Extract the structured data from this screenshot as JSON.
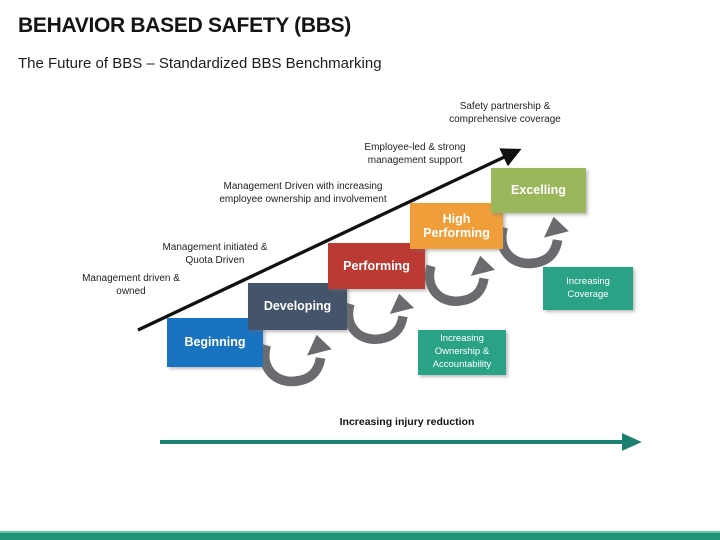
{
  "slide": {
    "title": "BEHAVIOR BASED SAFETY (BBS)",
    "subtitle": "The Future of BBS – Standardized BBS Benchmarking"
  },
  "diagram": {
    "stages": [
      {
        "label": "Beginning",
        "color": "#1A73C1"
      },
      {
        "label": "Developing",
        "color": "#44546A"
      },
      {
        "label": "Performing",
        "color": "#BB3A33"
      },
      {
        "label": "High Performing",
        "color": "#F09E3A"
      },
      {
        "label": "Excelling",
        "color": "#9AB75B"
      }
    ],
    "axis_labels": [
      {
        "text": "Management driven &\nowned"
      },
      {
        "text": "Management initiated &\nQuota Driven"
      },
      {
        "text": "Management Driven with increasing\nemployee ownership and involvement"
      },
      {
        "text": "Employee-led & strong\nmanagement support"
      },
      {
        "text": "Safety partnership &\ncomprehensive coverage"
      }
    ],
    "info_boxes": [
      {
        "text": "Increasing\nOwnership &\nAccountability",
        "color": "#2AA285"
      },
      {
        "text": "Increasing\nCoverage",
        "color": "#2AA285"
      }
    ],
    "bottom_axis_label": "Increasing injury reduction",
    "colors": {
      "diagonal_arrow": "#111111",
      "curved_arrow": "#6A6B6E",
      "bottom_arrow": "#1C8070",
      "footer_bar": "#219478",
      "footer_bar_highlight": "#68C4AC"
    }
  }
}
